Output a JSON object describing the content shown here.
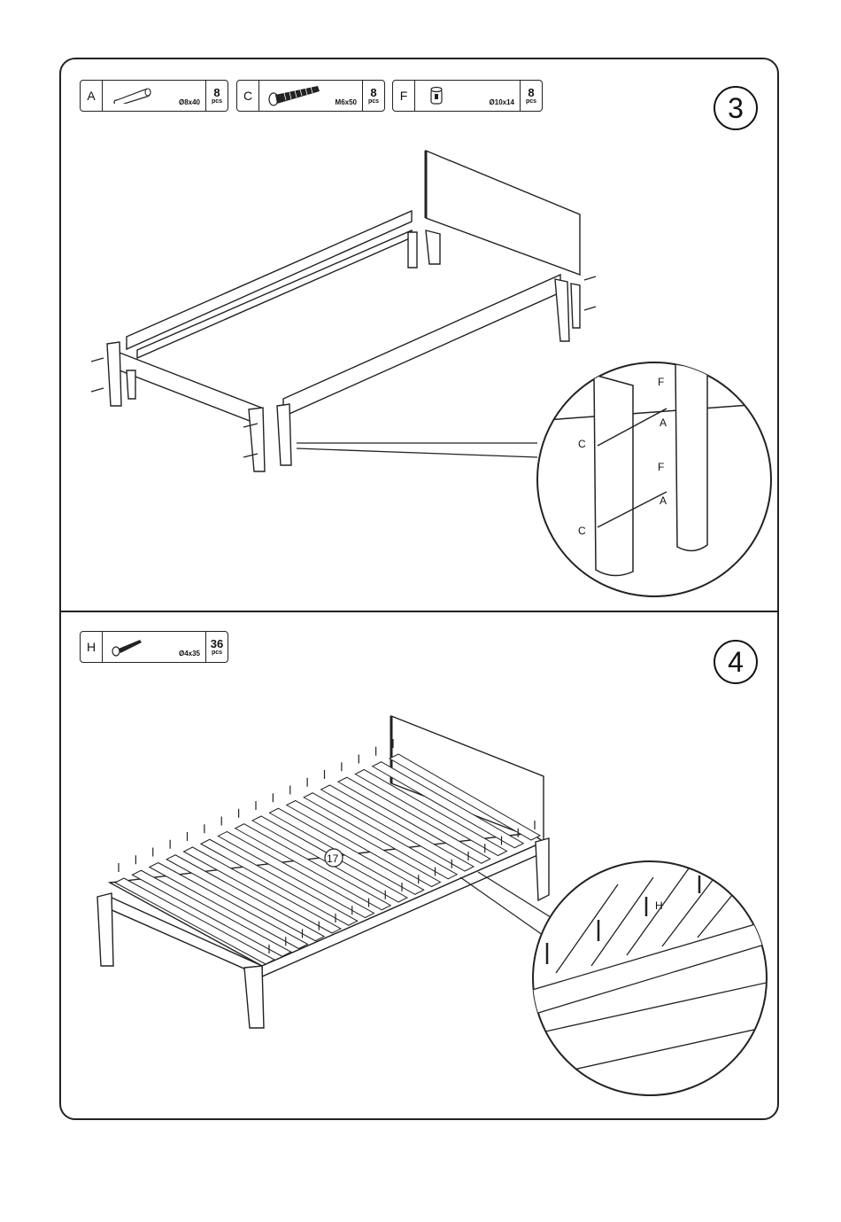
{
  "step3": {
    "number": "3",
    "parts": [
      {
        "letter": "A",
        "size": "Ø8x40",
        "qty": "8",
        "unit": "pcs",
        "icon": "dowel-icon"
      },
      {
        "letter": "C",
        "size": "M6x50",
        "qty": "8",
        "unit": "pcs",
        "icon": "bolt-icon"
      },
      {
        "letter": "F",
        "size": "Ø10x14",
        "qty": "8",
        "unit": "pcs",
        "icon": "barrel-nut-icon"
      }
    ],
    "detail_labels": [
      "F",
      "A",
      "C",
      "F",
      "A",
      "C"
    ]
  },
  "step4": {
    "number": "4",
    "parts": [
      {
        "letter": "H",
        "size": "Ø4x35",
        "qty": "36",
        "unit": "pcs",
        "icon": "screw-icon"
      }
    ],
    "slat_label": "17",
    "detail_label": "H"
  }
}
